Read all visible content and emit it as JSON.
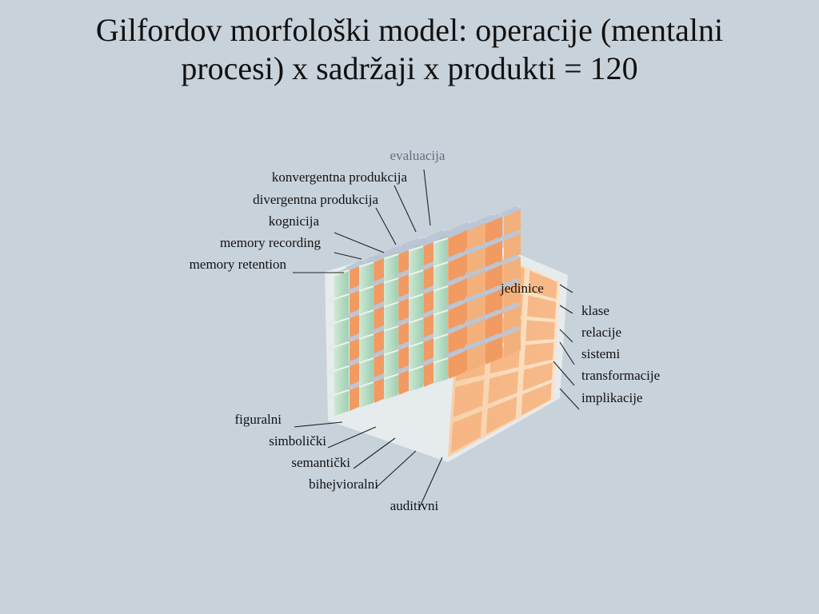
{
  "slide": {
    "title_line1": "Gilfordov morfološki model: operacije (mentalni",
    "title_line2": "procesi) x sadržaji x produkti = 120"
  },
  "operations": [
    "evaluacija",
    "konvergentna produkcija",
    "divergentna produkcija",
    "kognicija",
    "memory recording",
    "memory retention"
  ],
  "products": [
    "jedinice",
    "klase",
    "relacije",
    "sistemi",
    "transformacije",
    "implikacije"
  ],
  "contents": [
    "figuralni",
    "simbolički",
    "semantički",
    "bihejvioralni",
    "auditivni"
  ],
  "colors": {
    "background": "#c8d2da",
    "face_green": "#b8dcc4",
    "face_orange": "#f0a878",
    "face_top": "#bcc8d6"
  }
}
